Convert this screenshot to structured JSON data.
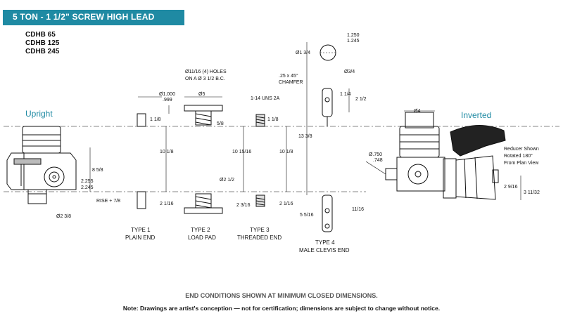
{
  "title": "5 TON - 1 1/2\" SCREW HIGH LEAD",
  "models": [
    "CDHB 65",
    "CDHB 125",
    "CDHB 245"
  ],
  "views": {
    "upright": "Upright",
    "inverted": "Inverted"
  },
  "footer": {
    "end_conditions": "END CONDITIONS SHOWN AT MINIMUM CLOSED DIMENSIONS.",
    "note": "Note: Drawings are artist's conception — not for certification; dimensions are subject to change without notice."
  },
  "types": [
    {
      "line1": "TYPE 1",
      "line2": "PLAIN END"
    },
    {
      "line1": "TYPE 2",
      "line2": "LOAD PAD"
    },
    {
      "line1": "TYPE 3",
      "line2": "THREADED END"
    },
    {
      "line1": "TYPE 4",
      "line2": "MALE CLEVIS END"
    }
  ],
  "dims": {
    "d1000": "Ø1.000",
    "d999": ".999",
    "d118a": "1 1/8",
    "d1018a": "10 1/8",
    "d2116a": "2 1/16",
    "holes1": "Ø11/16 (4) HOLES",
    "holes2": "ON A Ø 3 1/2 B.C.",
    "d5": "Ø5",
    "d58": "5/8",
    "d101516": "10 15/16",
    "d212": "Ø2 1/2",
    "unc": "1-14 UNS 2A",
    "d118b": "1 1/8",
    "d1018b": "10 1/8",
    "d2316": "2 3/16",
    "d2116b": "2 1/16",
    "d1250": "1.250",
    "d1245": "1.245",
    "d134": "Ø1 3/4",
    "chamfer1": ".25 x 45°",
    "chamfer2": "CHAMFER",
    "d34": "Ø3/4",
    "d114": "1 1/4",
    "d212b": "2 1/2",
    "d1338": "13 3/8",
    "d5516": "5 5/16",
    "d1116": "11/16",
    "d858": "8 5/8",
    "d2255": "2.255",
    "d2245": "2.245",
    "rise": "RISE + 7/8",
    "d238": "Ø2 3/8",
    "d4": "Ø4",
    "d750": "Ø.750",
    "d748": ".748",
    "reducer1": "Reducer Shown",
    "reducer2": "Rotated 180°",
    "reducer3": "From Plan View",
    "d2916": "2 9/16",
    "d31132": "3 11/32"
  }
}
